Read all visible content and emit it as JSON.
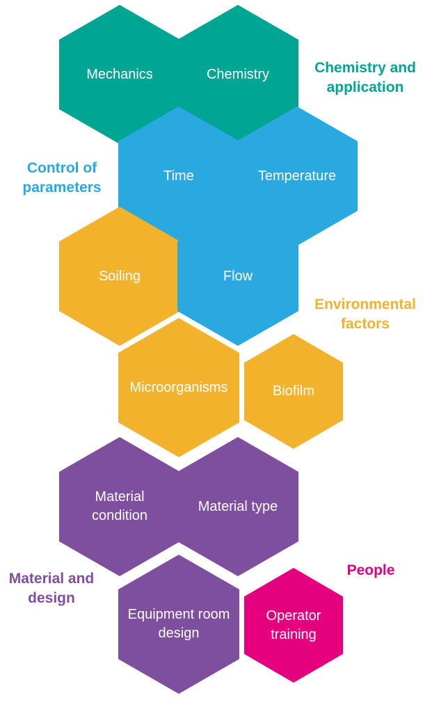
{
  "colors": {
    "teal": "#00a693",
    "blue": "#2aa9e0",
    "yellow": "#f2b22c",
    "purple": "#7e4f9f",
    "pink": "#e5007d",
    "hexagon_text": "#ffffff",
    "hexagon_outline": "#ffffff",
    "background": "#ffffff"
  },
  "hexagons": [
    {
      "id": "mechanics",
      "label": "Mechanics",
      "color": "#00a693"
    },
    {
      "id": "chemistry",
      "label": "Chemistry",
      "color": "#00a693"
    },
    {
      "id": "time",
      "label": "Time",
      "color": "#2aa9e0"
    },
    {
      "id": "temperature",
      "label": "Temperature",
      "color": "#2aa9e0"
    },
    {
      "id": "soiling",
      "label": "Soiling",
      "color": "#f2b22c"
    },
    {
      "id": "flow",
      "label": "Flow",
      "color": "#2aa9e0"
    },
    {
      "id": "microorganisms",
      "label": "Microorganisms",
      "color": "#f2b22c"
    },
    {
      "id": "biofilm",
      "label": "Biofilm",
      "color": "#f2b22c",
      "outlined": true
    },
    {
      "id": "material-condition",
      "label": "Material condition",
      "color": "#7e4f9f"
    },
    {
      "id": "material-type",
      "label": "Material type",
      "color": "#7e4f9f"
    },
    {
      "id": "equipment-room-design",
      "label": "Equipment room design",
      "color": "#7e4f9f"
    },
    {
      "id": "operator-training",
      "label": "Operator training",
      "color": "#e5007d",
      "outlined": true
    }
  ],
  "annotations": [
    {
      "id": "chemistry-and-application",
      "label": "Chemistry and application",
      "color": "#00a693"
    },
    {
      "id": "control-of-parameters",
      "label": "Control of parameters",
      "color": "#2aa9e0"
    },
    {
      "id": "environmental-factors",
      "label": "Environmental factors",
      "color": "#f2b22c"
    },
    {
      "id": "material-and-design",
      "label": "Material and design",
      "color": "#7e4f9f"
    },
    {
      "id": "people",
      "label": "People",
      "color": "#e5007d"
    }
  ]
}
